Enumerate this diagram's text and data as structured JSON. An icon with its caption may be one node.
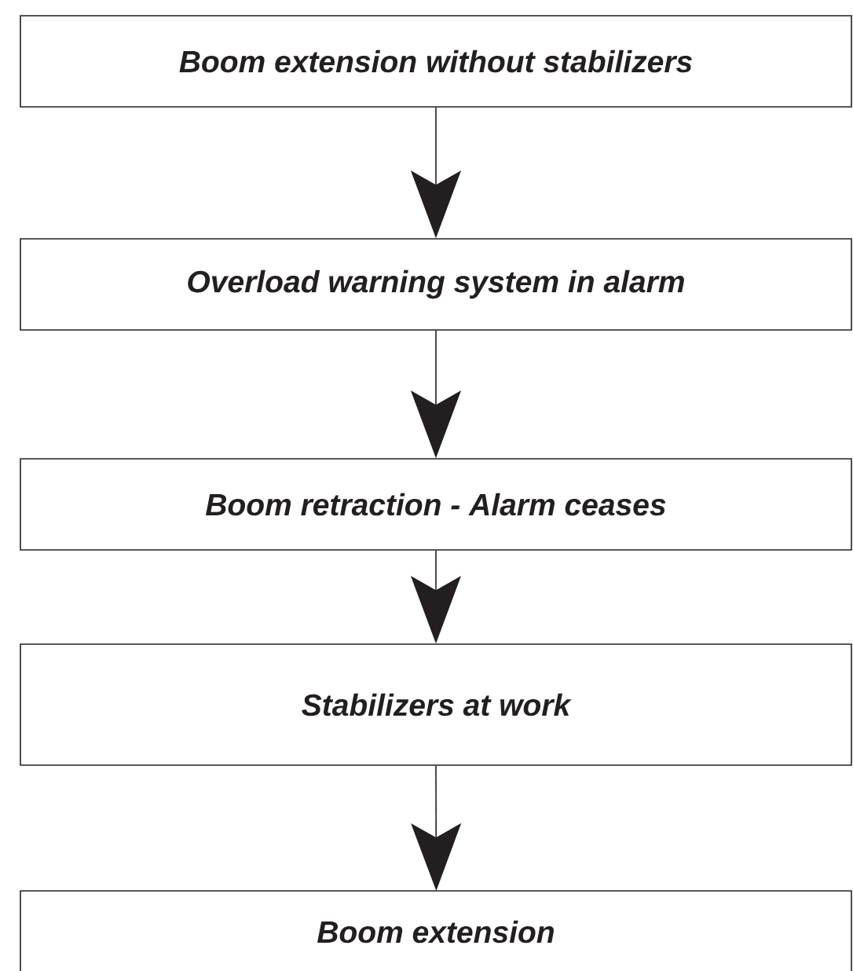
{
  "diagram": {
    "nodes": [
      {
        "text": [
          "Boom extension without stabilizers"
        ]
      },
      {
        "text": [
          "Overload warning system in alarm"
        ]
      },
      {
        "text": [
          "Boom retraction - Alarm ceases"
        ]
      },
      {
        "text": [
          "Stabilizers at work"
        ]
      },
      {
        "text": [
          "Boom extension"
        ]
      }
    ],
    "edges": [
      {
        "from": 0,
        "to": 1,
        "arrow": "to"
      },
      {
        "from": 1,
        "to": 2,
        "arrow": "to"
      },
      {
        "from": 2,
        "to": 3,
        "arrow": "to"
      },
      {
        "from": 3,
        "to": 4,
        "arrow": "to"
      }
    ]
  }
}
